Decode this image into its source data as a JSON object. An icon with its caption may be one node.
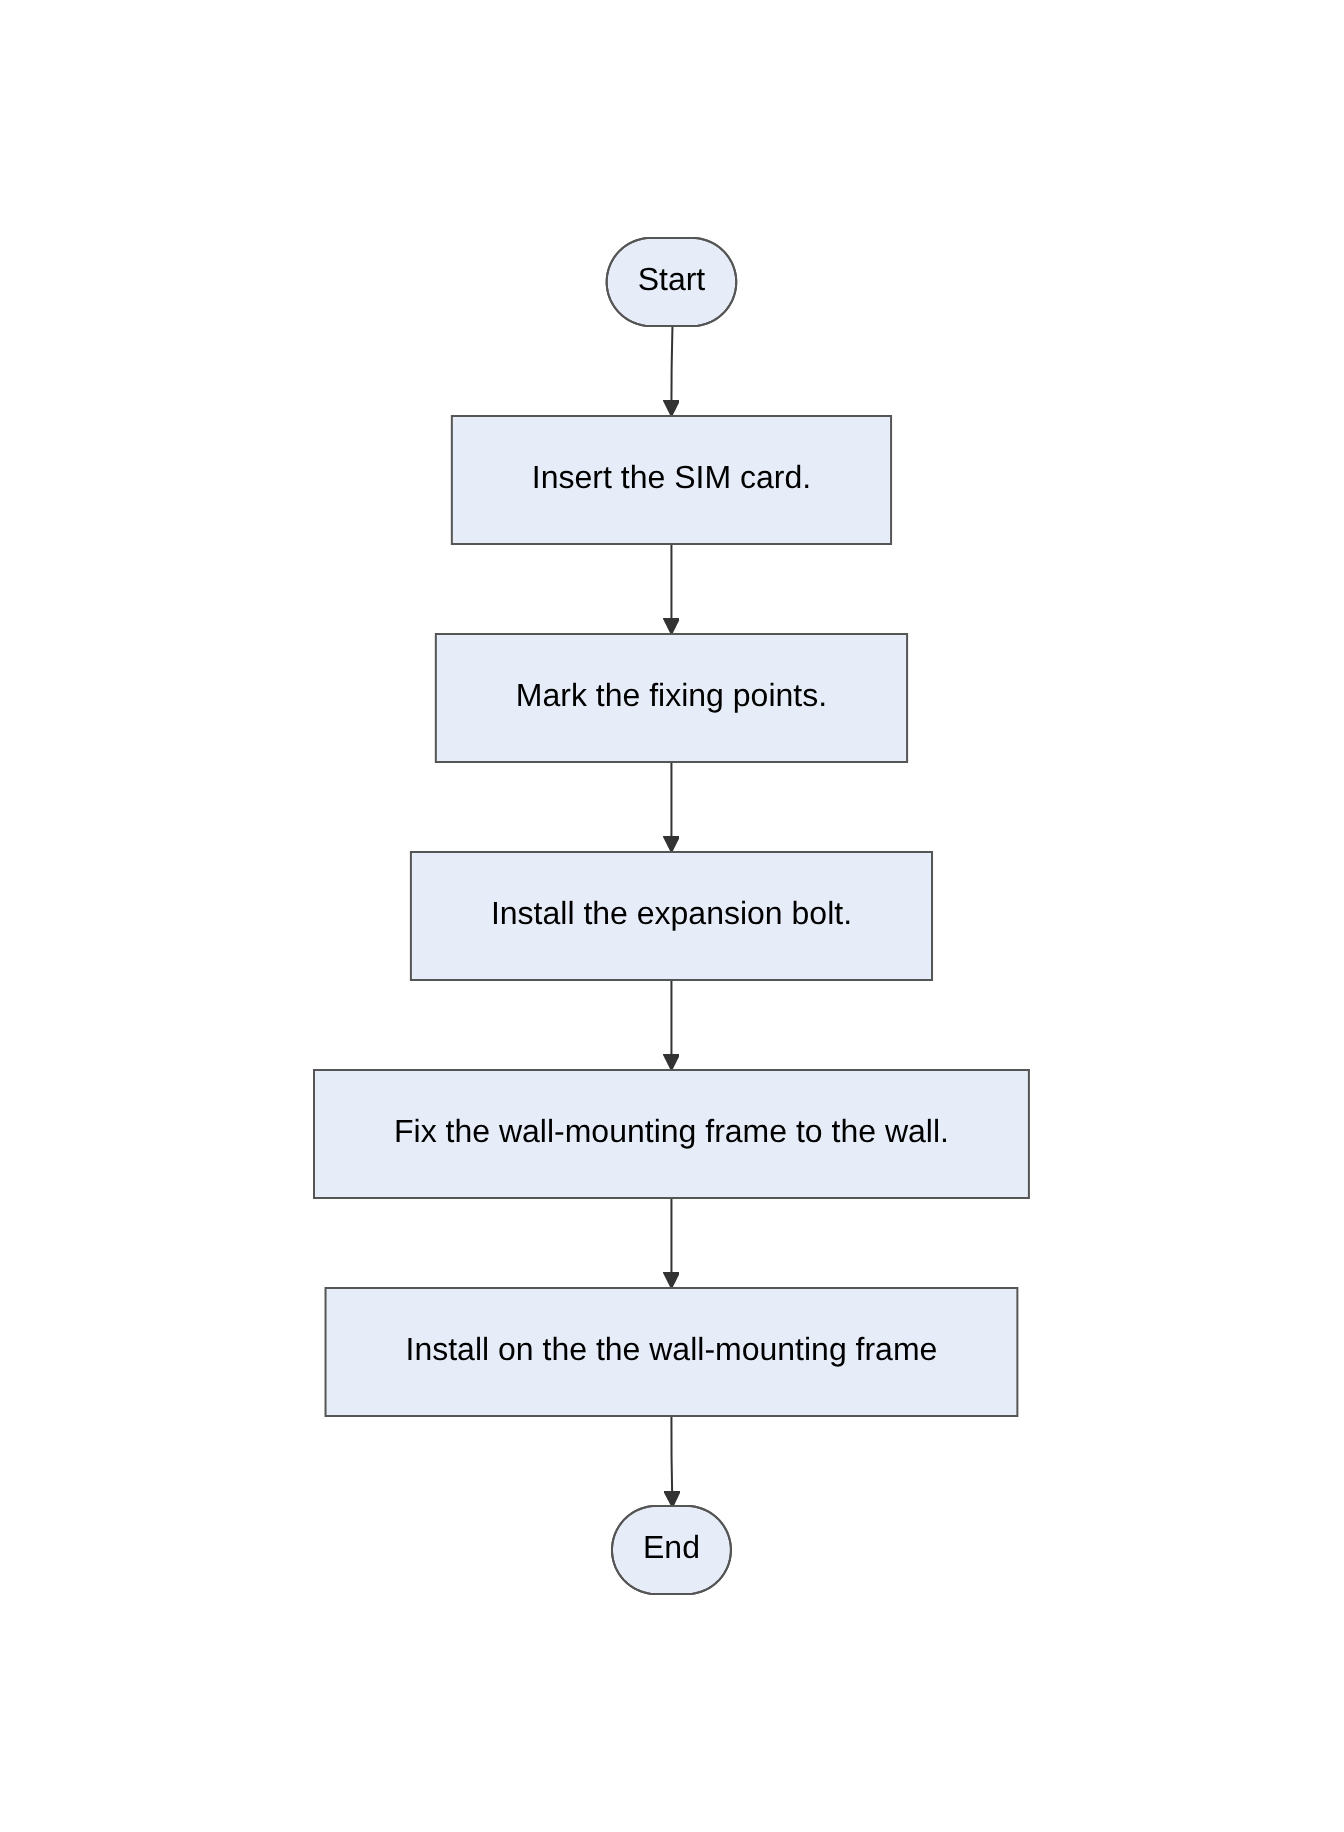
{
  "diagram": {
    "nodes": [
      {
        "text": [
          "Start"
        ]
      },
      {
        "text": [
          "Insert the SIM card."
        ]
      },
      {
        "text": [
          "Mark the fixing points."
        ]
      },
      {
        "text": [
          "Install the expansion bolt."
        ]
      },
      {
        "text": [
          "Fix the wall-mounting frame to the wall."
        ]
      },
      {
        "text": [
          "Install on the the wall-mounting frame"
        ]
      },
      {
        "text": [
          "End"
        ]
      }
    ],
    "edges": [
      {
        "from": 0,
        "to": 1,
        "arrow": "to"
      },
      {
        "from": 1,
        "to": 2,
        "arrow": "to"
      },
      {
        "from": 2,
        "to": 3,
        "arrow": "to"
      },
      {
        "from": 3,
        "to": 4,
        "arrow": "to"
      },
      {
        "from": 4,
        "to": 5,
        "arrow": "to"
      },
      {
        "from": 5,
        "to": 6,
        "arrow": "to"
      }
    ]
  }
}
